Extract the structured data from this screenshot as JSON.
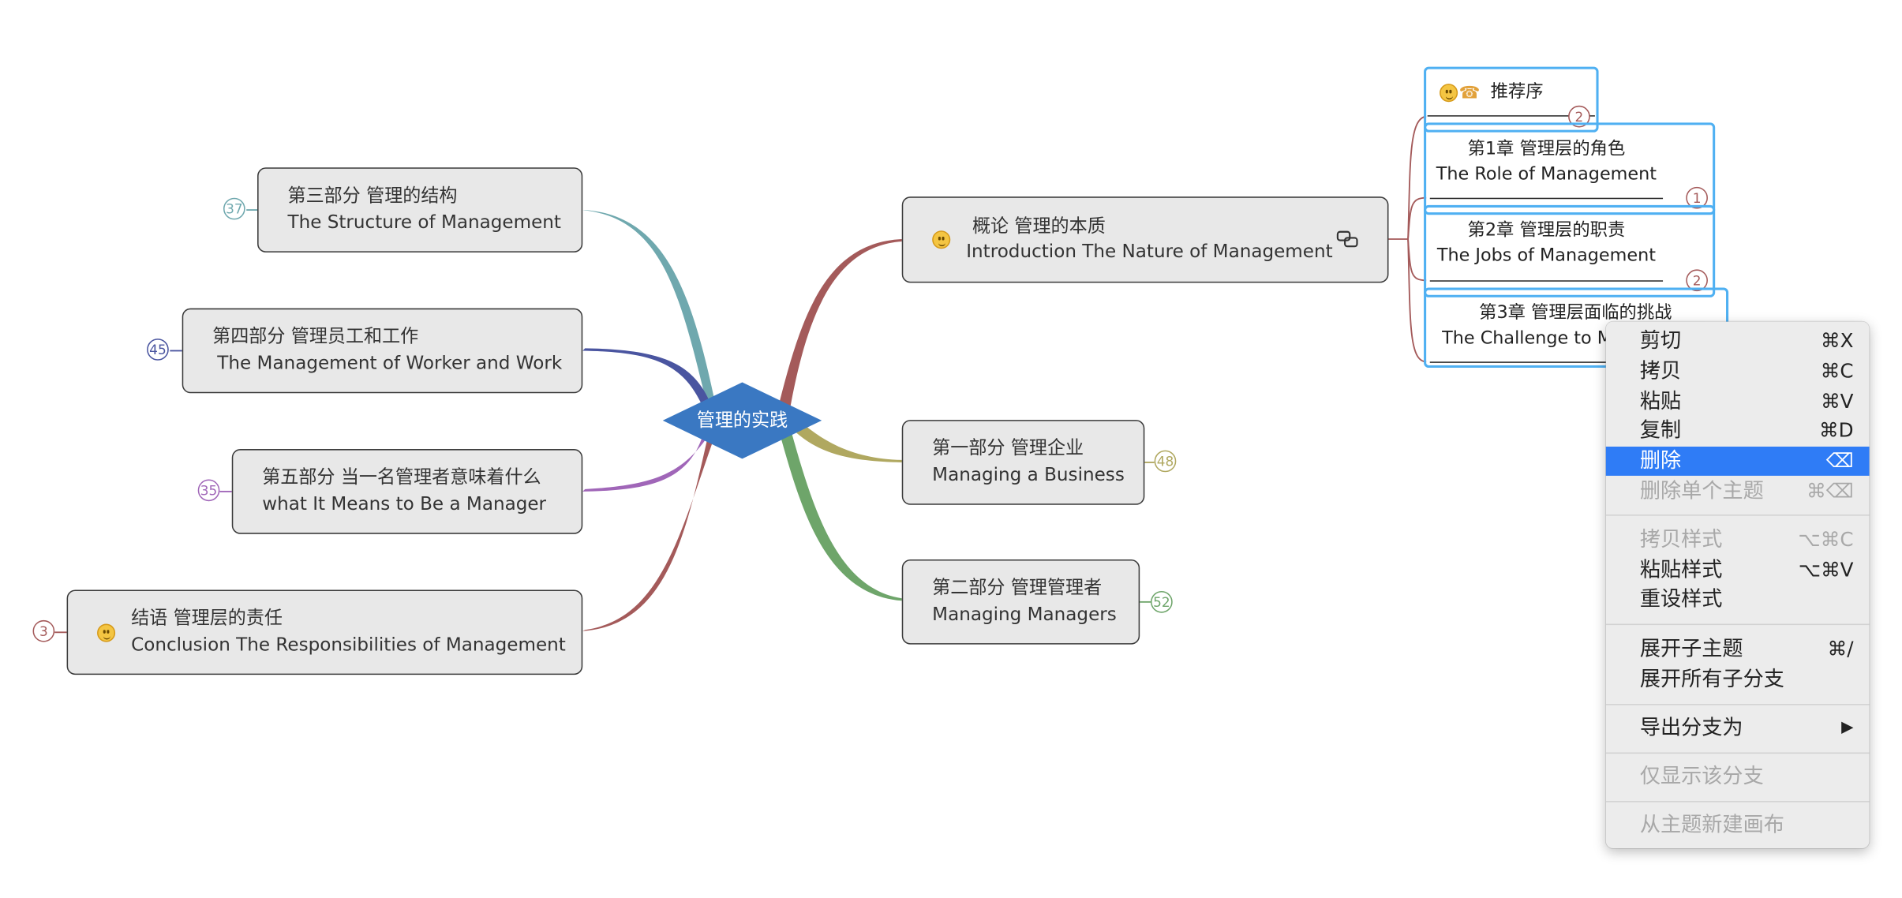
{
  "central": {
    "label": "管理的实践"
  },
  "topics": {
    "part3": {
      "line1": "第三部分 管理的结构",
      "line2": "The Structure of Management",
      "count": "37"
    },
    "part4": {
      "line1": "第四部分 管理员工和工作",
      "line2": "The Management of Worker and Work",
      "count": "45"
    },
    "part5": {
      "line1": "第五部分 当一名管理者意味着什么",
      "line2": "what It Means to Be a Manager",
      "count": "35"
    },
    "conclusion": {
      "line1": "结语 管理层的责任",
      "line2": "Conclusion The Responsibilities of Management",
      "count": "3"
    },
    "intro": {
      "line1": "概论 管理的本质",
      "line2": "Introduction The Nature of Management"
    },
    "part1": {
      "line1": "第一部分 管理企业",
      "line2": "Managing a Business",
      "count": "48"
    },
    "part2": {
      "line1": "第二部分 管理管理者",
      "line2": "Managing Managers",
      "count": "52"
    }
  },
  "subtopics": {
    "preface": {
      "label": "推荐序",
      "count": "2"
    },
    "ch1": {
      "line1": "第1章 管理层的角色",
      "line2": "The Role of Management",
      "count": "1"
    },
    "ch2": {
      "line1": "第2章 管理层的职责",
      "line2": "The Jobs of Management",
      "count": "2"
    },
    "ch3": {
      "line1": "第3章 管理层面临的挑战",
      "line2": "The Challenge to M"
    }
  },
  "context_menu": {
    "items": [
      {
        "label": "剪切",
        "shortcut": "⌘X",
        "state": "enabled"
      },
      {
        "label": "拷贝",
        "shortcut": "⌘C",
        "state": "enabled"
      },
      {
        "label": "粘贴",
        "shortcut": "⌘V",
        "state": "enabled"
      },
      {
        "label": "复制",
        "shortcut": "⌘D",
        "state": "enabled"
      },
      {
        "label": "删除",
        "shortcut": "⌫",
        "state": "highlighted"
      },
      {
        "label": "删除单个主题",
        "shortcut": "⌘⌫",
        "state": "disabled"
      },
      {
        "label": "拷贝样式",
        "shortcut": "⌥⌘C",
        "state": "disabled"
      },
      {
        "label": "粘贴样式",
        "shortcut": "⌥⌘V",
        "state": "enabled"
      },
      {
        "label": "重设样式",
        "shortcut": "",
        "state": "enabled"
      },
      {
        "label": "展开子主题",
        "shortcut": "⌘/",
        "state": "enabled"
      },
      {
        "label": "展开所有子分支",
        "shortcut": "",
        "state": "enabled"
      },
      {
        "label": "导出分支为",
        "shortcut": "▶",
        "state": "enabled"
      },
      {
        "label": "仅显示该分支",
        "shortcut": "",
        "state": "disabled"
      },
      {
        "label": "从主题新建画布",
        "shortcut": "",
        "state": "disabled"
      }
    ]
  },
  "colors": {
    "central_fill": "#3a78c2",
    "teal_branch": "#6fa8ae",
    "indigo_branch": "#4a55a0",
    "purple_branch": "#a066b8",
    "red_branch": "#a45a5a",
    "olive_branch": "#b0a860",
    "green_branch": "#6ea56a",
    "selection": "#4fb0f2",
    "menu_highlight": "#2f7cf6"
  }
}
